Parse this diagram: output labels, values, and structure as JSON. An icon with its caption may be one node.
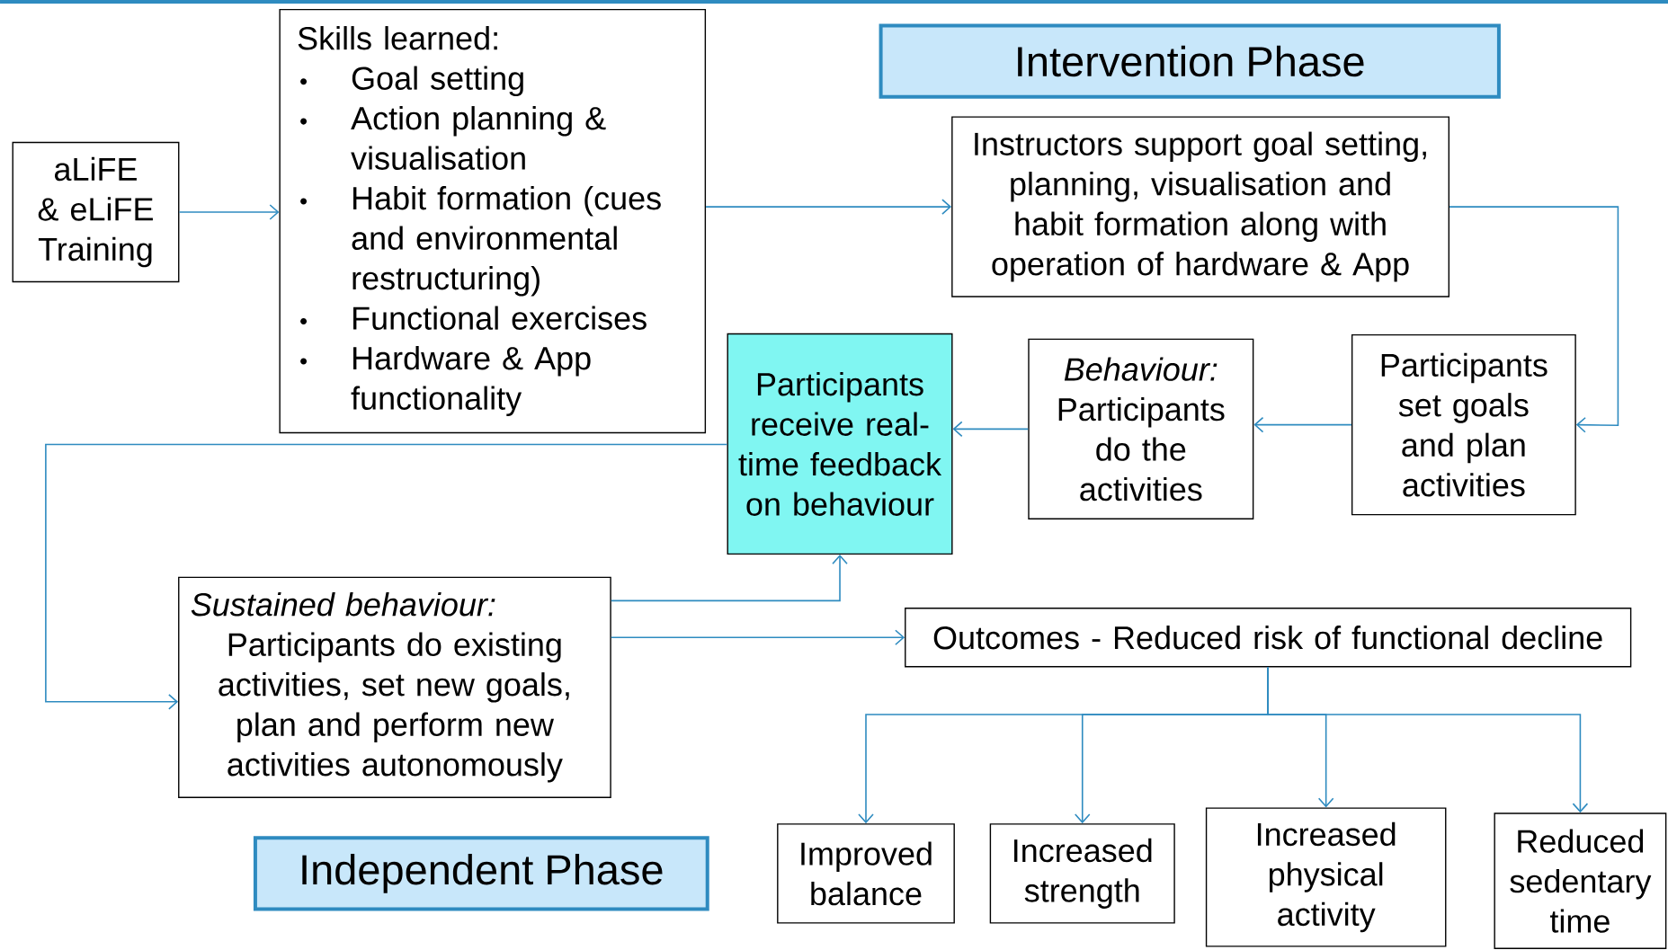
{
  "diagram": {
    "nodes": [
      {
        "text": [
          "aLiFE & eLiFE Training"
        ]
      },
      {
        "text": [
          "Skills learned:",
          "Goal setting",
          "Action planning & visualisation",
          "Habit formation (cues and environmental restructuring)",
          "Functional exercises",
          "Hardware & App functionality"
        ]
      },
      {
        "text": [
          "Intervention Phase"
        ]
      },
      {
        "text": [
          "Instructors support goal setting, planning, visualisation and habit formation along with operation of hardware & App"
        ]
      },
      {
        "text": [
          "Participants set goals and plan activities"
        ]
      },
      {
        "text": [
          "Behaviour:",
          "Participants do the activities"
        ]
      },
      {
        "text": [
          "Participants receive real-time feedback on behaviour"
        ]
      },
      {
        "text": [
          "Sustained behaviour:",
          "Participants do existing activities, set new goals, plan and perform new activities autonomously"
        ]
      },
      {
        "text": [
          "Outcomes - Reduced risk of functional decline"
        ]
      },
      {
        "text": [
          "Improved balance"
        ]
      },
      {
        "text": [
          "Increased strength"
        ]
      },
      {
        "text": [
          "Increased physical activity"
        ]
      },
      {
        "text": [
          "Reduced sedentary time"
        ]
      },
      {
        "text": [
          "Independent Phase"
        ]
      }
    ],
    "edges": [
      {
        "from": 0,
        "to": 1,
        "arrow": "to"
      },
      {
        "from": 1,
        "to": 3,
        "arrow": "to"
      },
      {
        "from": 3,
        "to": 4,
        "arrow": "to"
      },
      {
        "from": 4,
        "to": 5,
        "arrow": "to"
      },
      {
        "from": 5,
        "to": 6,
        "arrow": "to"
      },
      {
        "from": 6,
        "to": 7,
        "arrow": "to"
      },
      {
        "from": 7,
        "to": 6,
        "arrow": "to"
      },
      {
        "from": 7,
        "to": 8,
        "arrow": "to"
      },
      {
        "from": 8,
        "to": 9,
        "arrow": "to"
      },
      {
        "from": 8,
        "to": 10,
        "arrow": "to"
      },
      {
        "from": 8,
        "to": 11,
        "arrow": "to"
      },
      {
        "from": 8,
        "to": 12,
        "arrow": "to"
      }
    ]
  }
}
